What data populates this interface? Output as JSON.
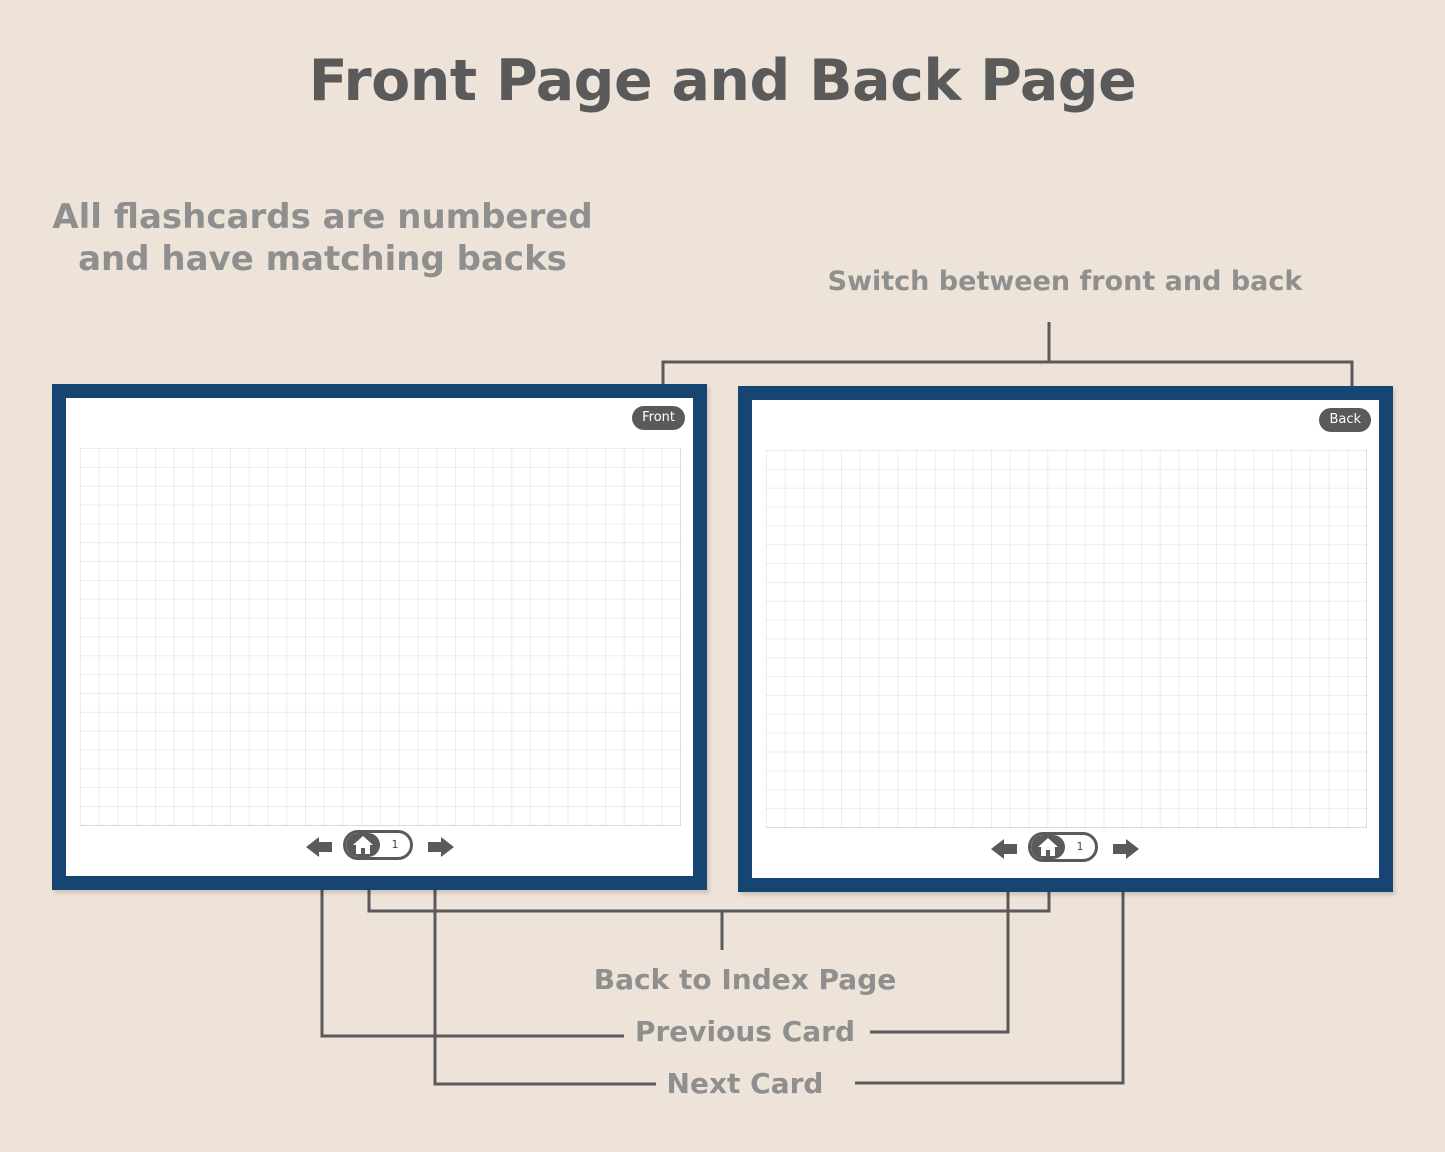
{
  "title": "Front Page and Back Page",
  "notes": {
    "numbered_line1": "All flashcards are numbered",
    "numbered_line2": "and have matching backs",
    "switch": "Switch between front and back"
  },
  "cards": {
    "front": {
      "badge": "Front",
      "page_number": "1"
    },
    "back": {
      "badge": "Back",
      "page_number": "1"
    }
  },
  "callouts": {
    "index": "Back to Index Page",
    "previous": "Previous Card",
    "next": "Next Card"
  },
  "icons": {
    "previous": "arrow-left-icon",
    "next": "arrow-right-icon",
    "home": "home-icon"
  },
  "colors": {
    "background": "#EEE3D9",
    "card_border": "#164571",
    "ui_gray": "#5A5A5A",
    "label_gray": "#8F8F8F"
  }
}
